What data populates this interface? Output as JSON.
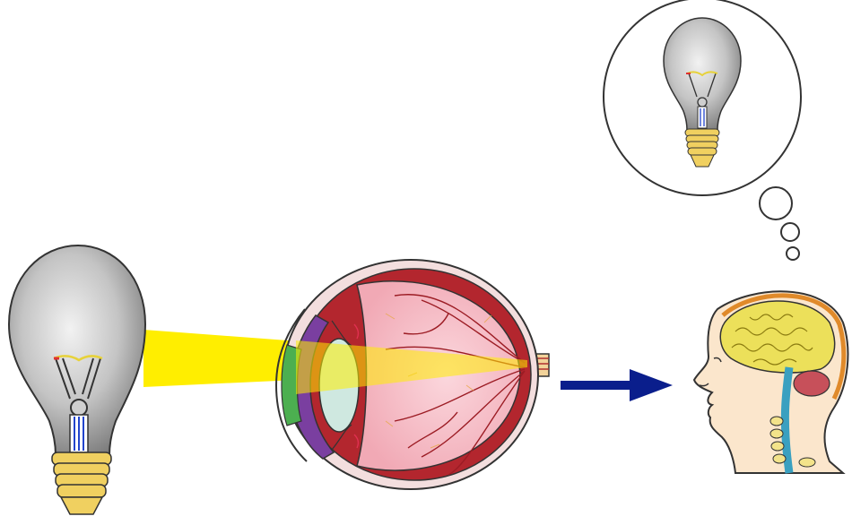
{
  "diagram": {
    "kind": "vision-pathway-illustration",
    "elements": [
      {
        "role": "light-source",
        "icon": "light-bulb-icon"
      },
      {
        "role": "light-beam",
        "icon": "light-beam"
      },
      {
        "role": "eye",
        "icon": "eyeball-cross-section-icon"
      },
      {
        "role": "signal-arrow",
        "icon": "right-arrow-icon"
      },
      {
        "role": "brain",
        "icon": "human-head-brain-icon"
      },
      {
        "role": "perceived-image",
        "icon": "thought-bubble-bulb-icon"
      }
    ],
    "colors": {
      "beam": "#ffee00",
      "arrow": "#0a1e8c",
      "bulb_glass": "#b8b8b8",
      "bulb_base": "#f0d060",
      "filament": "#2244cc",
      "eye_sclera": "#f7cdd4",
      "eye_wall": "#b3262e",
      "iris": "#7a3fa0",
      "lens": "#cfe8e0",
      "brain": "#ece05a",
      "skin": "#fbe6cc",
      "spine": "#3aa0c0",
      "outline": "#222222"
    }
  }
}
